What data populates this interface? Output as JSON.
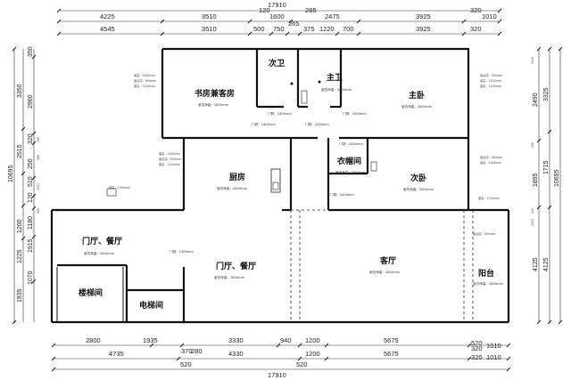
{
  "dimensions": {
    "top_total": "17910",
    "top_row1": [
      "4225",
      "3510",
      "1600",
      "2475",
      "3925"
    ],
    "top_row1_small": [
      "120",
      "285",
      "320",
      "1010"
    ],
    "top_row2": [
      "4545",
      "3510",
      "500",
      "750",
      "375",
      "1220",
      "700",
      "3925"
    ],
    "top_row2_small": [
      "265",
      "320"
    ],
    "bottom_row1": [
      "2800",
      "1935",
      "3330",
      "940",
      "1200",
      "5675"
    ],
    "bottom_row1_small": [
      "520",
      "320",
      "1010"
    ],
    "bottom_row2": [
      "4735",
      "4330",
      "1200",
      "5675"
    ],
    "bottom_row2_small": [
      "370",
      "280",
      "320",
      "1010"
    ],
    "bottom_row3_small": [
      "520",
      "520"
    ],
    "bottom_total": "17910",
    "left_outer": [
      "3350",
      "2515",
      "1200",
      "1225",
      "1935"
    ],
    "left_total": "10695",
    "left_inner": [
      "350",
      "2960",
      "320",
      "250",
      "510",
      "120",
      "1180",
      "1915",
      "1070"
    ],
    "left_small": [
      "200",
      "280",
      "1251",
      "980"
    ],
    "right_outer": [
      "3325",
      "1715",
      "4125"
    ],
    "right_total": "10695",
    "right_inner": [
      "2490",
      "1895",
      "4125"
    ],
    "right_small": [
      "1110",
      "120",
      "115",
      "1010"
    ]
  },
  "rooms": [
    {
      "label": "书房兼客房",
      "height": "室内净高：2800mm"
    },
    {
      "label": "次卫",
      "height": ""
    },
    {
      "label": "主卫",
      "height": "室内净高：2800mm"
    },
    {
      "label": "主卧",
      "height": "室内净高：2800mm"
    },
    {
      "label": "厨房",
      "height": "室内净高：2800mm"
    },
    {
      "label": "衣帽间",
      "height": "室内净高：2800mm"
    },
    {
      "label": "次卧",
      "height": "室内净高：2800mm"
    },
    {
      "label": "门厅、餐厅",
      "height": "室内净高：2800mm"
    },
    {
      "label": "门厅、餐厅",
      "height": "室内净高：2800mm"
    },
    {
      "label": "客厅",
      "height": "室内净高：2800mm"
    },
    {
      "label": "阳台",
      "height": "室内净高：2800mm"
    },
    {
      "label": "楼梯间",
      "height": ""
    },
    {
      "label": "电梯间",
      "height": ""
    }
  ],
  "door_notes": [
    "门洞：2400mm",
    "门洞：2400mm",
    "门洞：2400mm",
    "门洞：2400mm",
    "门洞：2400mm",
    "门洞：2400mm",
    "门洞：2400mm"
  ],
  "side_notes": [
    "窗高：1400mm",
    "窗台高：900mm",
    "梁高：1100mm",
    "窗台高：900mm",
    "窗高：1400mm",
    "梁高：1100mm"
  ]
}
